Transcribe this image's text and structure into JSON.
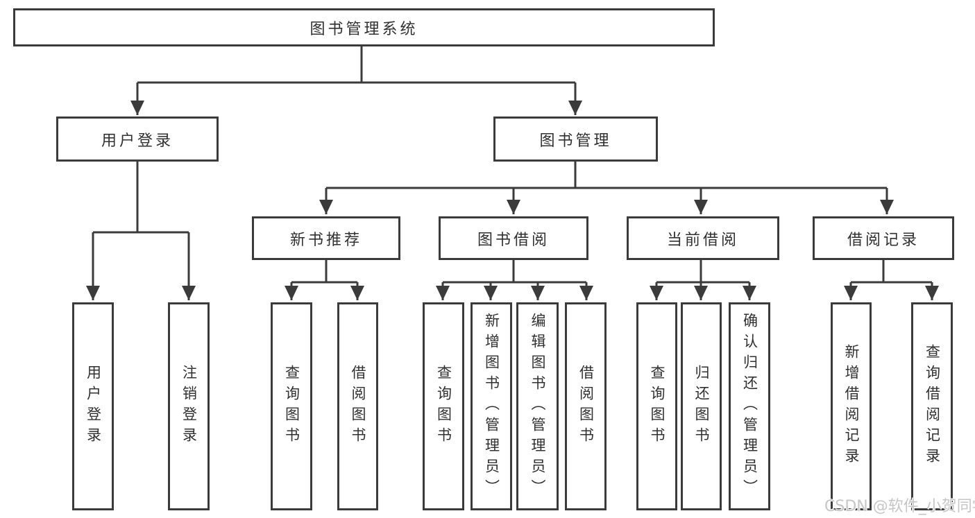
{
  "diagram": {
    "tree": {
      "root": {
        "label": "图书管理系统"
      },
      "level1": [
        {
          "label": "用户登录",
          "children": [
            "用户登录",
            "注销登录"
          ]
        },
        {
          "label": "图书管理"
        }
      ],
      "level2": [
        {
          "label": "新书推荐",
          "children": [
            "查询图书",
            "借阅图书"
          ]
        },
        {
          "label": "图书借阅",
          "children": [
            "查询图书",
            "新增图书（管理员）",
            "编辑图书（管理员）",
            "借阅图书"
          ]
        },
        {
          "label": "当前借阅",
          "children": [
            "查询图书",
            "归还图书",
            "确认归还（管理员）"
          ]
        },
        {
          "label": "借阅记录",
          "children": [
            "新增借阅记录",
            "查询借阅记录"
          ]
        }
      ]
    },
    "watermark": "CSDN @软件_小贺同学",
    "colors": {
      "line": "#3b3b3b",
      "box_border": "#3b3b3b",
      "text": "#303030",
      "watermark": "#c6c6c6",
      "background": "#ffffff"
    }
  }
}
